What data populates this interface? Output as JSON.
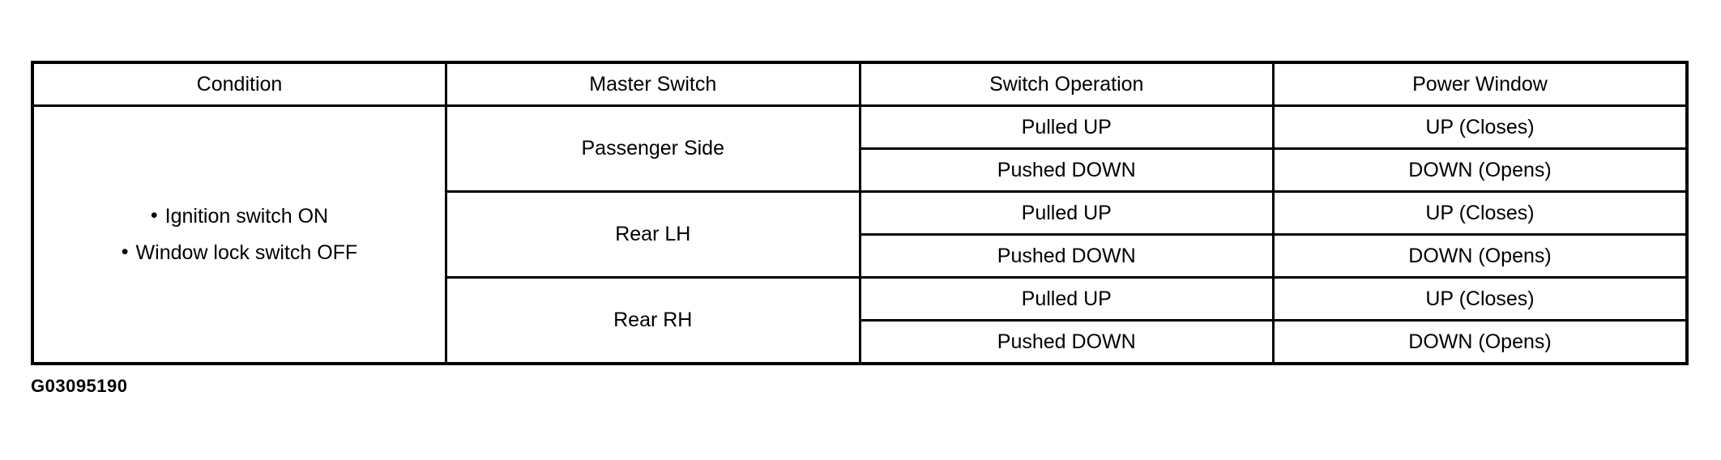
{
  "figure_id": "G03095190",
  "colors": {
    "background": "#ffffff",
    "border": "#000000",
    "text": "#000000"
  },
  "table": {
    "headers": {
      "condition": "Condition",
      "master_switch": "Master Switch",
      "switch_operation": "Switch Operation",
      "power_window": "Power Window"
    },
    "condition": {
      "bullet": "•",
      "items": [
        "Ignition switch ON",
        "Window lock switch OFF"
      ]
    },
    "groups": [
      {
        "master_switch": "Passenger Side",
        "rows": [
          {
            "switch_operation": "Pulled UP",
            "power_window": "UP (Closes)"
          },
          {
            "switch_operation": "Pushed DOWN",
            "power_window": "DOWN (Opens)"
          }
        ]
      },
      {
        "master_switch": "Rear LH",
        "rows": [
          {
            "switch_operation": "Pulled UP",
            "power_window": "UP (Closes)"
          },
          {
            "switch_operation": "Pushed DOWN",
            "power_window": "DOWN (Opens)"
          }
        ]
      },
      {
        "master_switch": "Rear RH",
        "rows": [
          {
            "switch_operation": "Pulled UP",
            "power_window": "UP (Closes)"
          },
          {
            "switch_operation": "Pushed DOWN",
            "power_window": "DOWN (Opens)"
          }
        ]
      }
    ]
  }
}
